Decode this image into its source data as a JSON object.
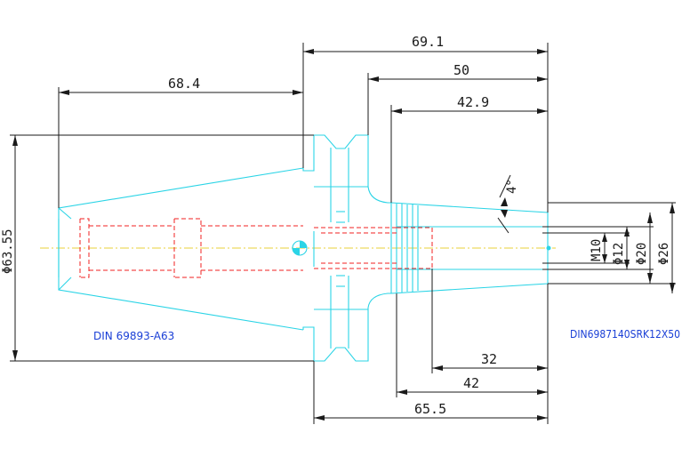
{
  "dimensions": {
    "top_overall": "69.1",
    "left_length": "68.4",
    "length_50": "50",
    "length_42_9": "42.9",
    "angle": "4°",
    "dia_63_55": "Φ63.55",
    "thread": "M10",
    "dia_12": "Φ12",
    "dia_20": "Φ20",
    "dia_26": "Φ26",
    "bottom_32": "32",
    "bottom_42": "42",
    "bottom_65_5": "65.5"
  },
  "labels": {
    "left_standard": "DIN 69893-A63",
    "right_standard": "DIN6987140SRK12X50"
  },
  "colors": {
    "outline": "#2bd4e6",
    "hidden": "#f02020",
    "center": "#e8d23a",
    "dimension": "#1a1a1a",
    "label": "#1a3fd6"
  }
}
